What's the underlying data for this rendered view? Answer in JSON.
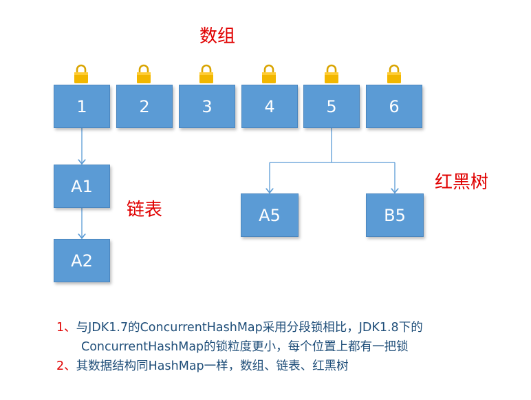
{
  "title": "数组",
  "array_cells": [
    "1",
    "2",
    "3",
    "4",
    "5",
    "6"
  ],
  "linked_list": {
    "label": "链表",
    "nodes": [
      "A1",
      "A2"
    ]
  },
  "red_black_tree": {
    "label": "红黑树",
    "nodes": [
      "A5",
      "B5"
    ]
  },
  "lock_icon": "padlock-icon",
  "colors": {
    "box": "#5b9bd5",
    "label": "#e00000",
    "text": "#1f4e79",
    "lock": "#f2b700"
  },
  "notes": [
    {
      "num": "1、",
      "text": "与JDK1.7的ConcurrentHashMap采用分段锁相比，JDK1.8下的",
      "cont": "ConcurrentHashMap的锁粒度更小，每个位置上都有一把锁"
    },
    {
      "num": "2、",
      "text": "其数据结构同HashMap一样，数组、链表、红黑树"
    }
  ]
}
